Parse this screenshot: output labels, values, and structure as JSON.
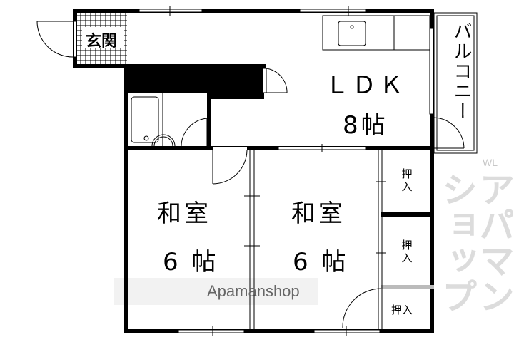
{
  "rooms": {
    "genkan": "玄関",
    "balcony": "バルコニー",
    "ldk_name": "ＬＤＫ",
    "ldk_size": "8帖",
    "washitsu1_name": "和室",
    "washitsu1_size": "6 帖",
    "washitsu2_name": "和室",
    "washitsu2_size": "6 帖",
    "closet1": "押入",
    "closet2": "押入",
    "closet3": "押入"
  },
  "watermark": {
    "text": "Apamanshop",
    "logo": "アパマンショップ",
    "logo_small": "WL"
  }
}
